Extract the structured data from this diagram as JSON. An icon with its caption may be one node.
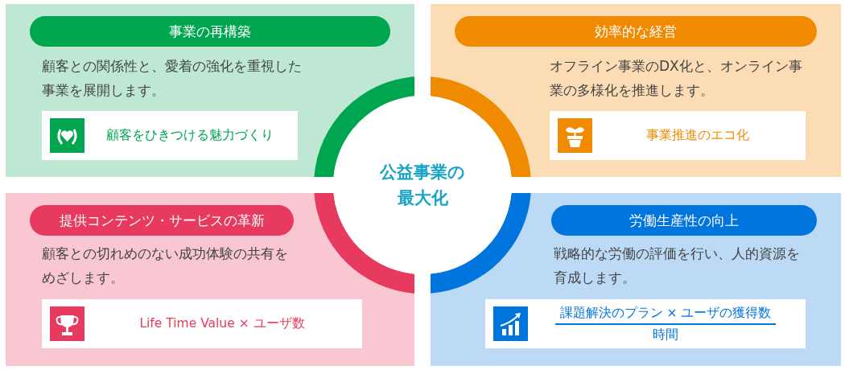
{
  "diagram": {
    "nodes": [
      {
        "text": [
          "事業の再構築",
          "顧客との関係性と、愛着の強化を重視した事業を展開します。"
        ]
      },
      {
        "text": [
          "顧客をひきつける魅力づくり"
        ],
        "in": 0
      },
      {
        "text": [
          "効率的な経営",
          "オフライン事業のDX化と、オンライン事業の多様化を推進します。"
        ]
      },
      {
        "text": [
          "事業推進のエコ化"
        ],
        "in": 2
      },
      {
        "text": [
          "公益事業の最大化"
        ]
      },
      {
        "text": [
          "提供コンテンツ・サービスの革新",
          "顧客との切れめのない成功体験の共有をめざします。"
        ]
      },
      {
        "text": [
          "Life Time Value × ユーザ数"
        ],
        "in": 5
      },
      {
        "text": [
          "労働生産性の向上",
          "戦略的な労働の評価を行い、人的資源を育成します。"
        ]
      },
      {
        "text": [
          "課題解決のプラン × ユーザの獲得数",
          "時間"
        ],
        "in": 7
      }
    ]
  }
}
